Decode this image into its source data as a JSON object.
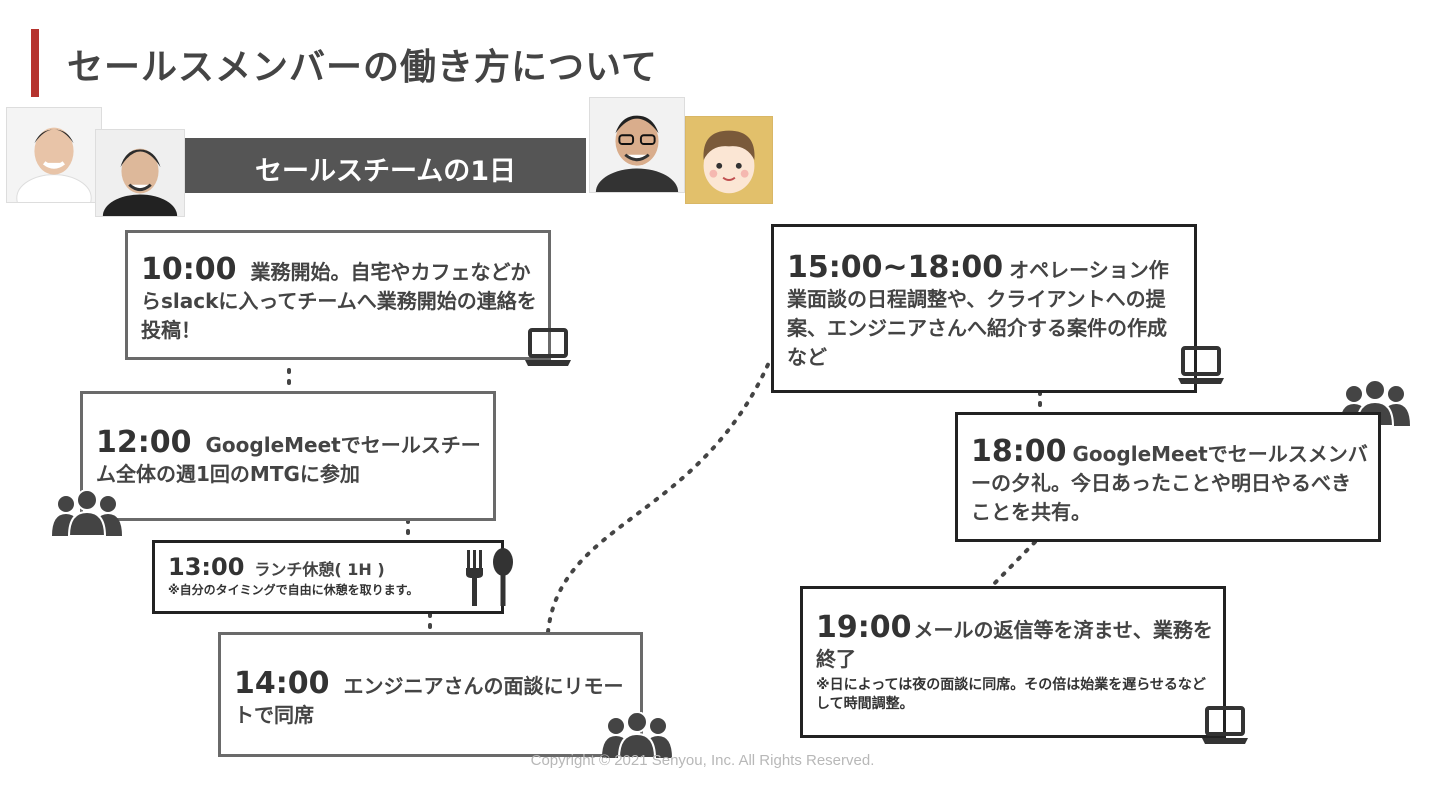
{
  "title": "セールスメンバーの働き方について",
  "banner": "セールスチームの1日",
  "cards": {
    "c1000": {
      "time": "10:00",
      "text": "業務開始。自宅やカフェなどからslackに入ってチームへ業務開始の連絡を投稿！"
    },
    "c1200": {
      "time": "12:00",
      "text": "GoogleMeetでセールスチーム全体の週1回のMTGに参加"
    },
    "c1300": {
      "time": "13:00",
      "text": "ランチ休憩( 1H )",
      "note": "※自分のタイミングで自由に休憩を取ります。"
    },
    "c1400": {
      "time": "14:00",
      "text": "エンジニアさんの面談にリモートで同席"
    },
    "c1500": {
      "time": "15:00~18:00",
      "text": "オペレーション作業面談の日程調整や、クライアントへの提案、エンジニアさんへ紹介する案件の作成など"
    },
    "c1800": {
      "time": "18:00",
      "text": "GoogleMeetでセールスメンバーの夕礼。今日あったことや明日やるべきことを共有。"
    },
    "c1900": {
      "time": "19:00",
      "text": "メールの返信等を済ませ、業務を終了",
      "note": "※日によっては夜の面談に同席。その倍は始業を遅らせるなどして時間調整。"
    }
  },
  "footer": "Copyright © 2021 Senyou, Inc. All Rights Reserved."
}
